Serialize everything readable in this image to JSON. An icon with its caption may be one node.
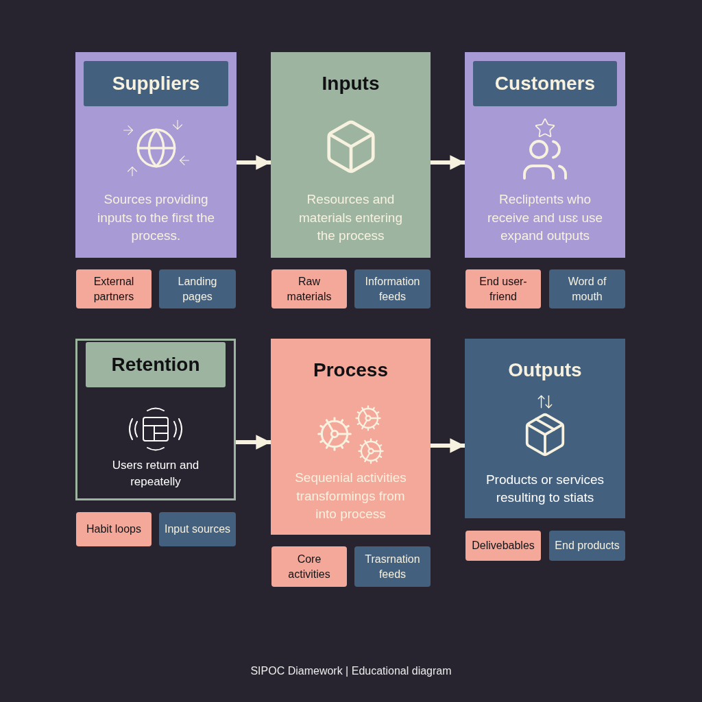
{
  "diagram": {
    "caption": "SIPOC Diamework | Educational diagram",
    "nodes": [
      {
        "text": [
          "Suppliers",
          "Sources providing inputs to the first the process."
        ]
      },
      {
        "text": [
          "Inputs",
          "Resources and materials entering the process"
        ]
      },
      {
        "text": [
          "Customers",
          "Recliptents who receive and usɛ use expand outputs"
        ]
      },
      {
        "text": [
          "External partners"
        ]
      },
      {
        "text": [
          "Landing pages"
        ]
      },
      {
        "text": [
          "Raw materials"
        ]
      },
      {
        "text": [
          "Information feeds"
        ]
      },
      {
        "text": [
          "End user-friend"
        ]
      },
      {
        "text": [
          "Word of mouth"
        ]
      },
      {
        "text": [
          "Retention",
          "Users return and repeatelly"
        ]
      },
      {
        "text": [
          "Process",
          "Sequenial activities transformings from into process"
        ]
      },
      {
        "text": [
          "Outputs",
          "Products or services resulting to stiats"
        ]
      },
      {
        "text": [
          "Habit loops"
        ]
      },
      {
        "text": [
          "Input sources"
        ]
      },
      {
        "text": [
          "Core activities"
        ]
      },
      {
        "text": [
          "Trasrnation feeds"
        ]
      },
      {
        "text": [
          "Delivebables"
        ]
      },
      {
        "text": [
          "End products"
        ]
      }
    ],
    "edges": [
      {
        "from": 0,
        "to": 1,
        "arrow": "to"
      },
      {
        "from": 1,
        "to": 2,
        "arrow": "to"
      },
      {
        "from": 9,
        "to": 10,
        "arrow": "to"
      },
      {
        "from": 10,
        "to": 11,
        "arrow": "to"
      }
    ]
  }
}
